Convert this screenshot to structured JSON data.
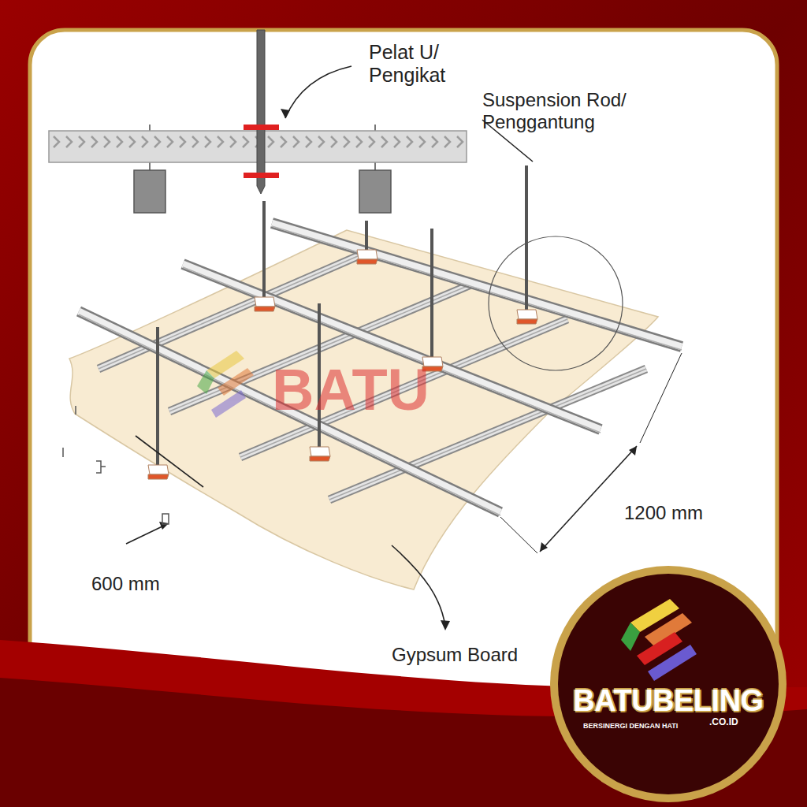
{
  "diagram": {
    "labels": [
      "Pelat U/ Pengikat",
      "Suspension Rod/ Penggantung",
      "1200 mm",
      "600 mm",
      "Gypsum Board",
      "BATU",
      "BATUBELING",
      "BERSINERGI DENGAN HATI",
      ".CO.ID"
    ]
  }
}
